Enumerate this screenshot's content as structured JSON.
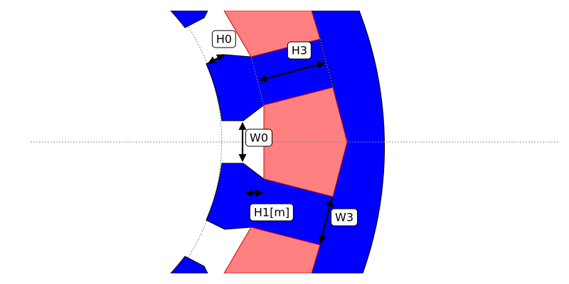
{
  "colors": {
    "lamination": "#0000ff",
    "winding": "#ff8080",
    "winding_edge": "#cc0000"
  },
  "labels": {
    "h0": "H0",
    "h3": "H3",
    "w0": "W0",
    "h1": "H1[m]",
    "w3": "W3"
  }
}
